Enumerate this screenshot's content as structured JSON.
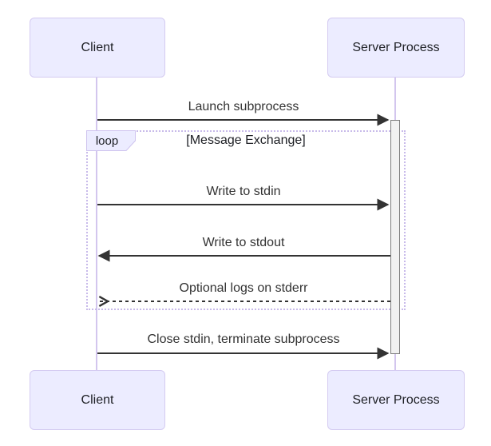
{
  "diagram": {
    "type": "sequence-diagram",
    "actors": {
      "client": "Client",
      "server": "Server Process"
    },
    "loop": {
      "label": "loop",
      "condition": "[Message Exchange]"
    },
    "messages": [
      {
        "text": "Launch subprocess",
        "from": "Client",
        "to": "Server Process",
        "line": "solid",
        "arrowhead": "filled"
      },
      {
        "text": "Write to stdin",
        "from": "Client",
        "to": "Server Process",
        "line": "solid",
        "arrowhead": "filled"
      },
      {
        "text": "Write to stdout",
        "from": "Server Process",
        "to": "Client",
        "line": "solid",
        "arrowhead": "filled"
      },
      {
        "text": "Optional logs on stderr",
        "from": "Server Process",
        "to": "Client",
        "line": "dashed",
        "arrowhead": "open"
      },
      {
        "text": "Close stdin, terminate subprocess",
        "from": "Client",
        "to": "Server Process",
        "line": "solid",
        "arrowhead": "filled"
      }
    ],
    "colors": {
      "background": "#ffffff",
      "actor_fill": "#ececff",
      "actor_border": "#d4cbf1",
      "lifeline": "#d3c6ee",
      "loop_border": "#c8baea",
      "loop_label_fill": "#ececff",
      "activation_fill": "#f1f1f1",
      "activation_border": "#7d7d7d",
      "signal": "#333333",
      "text": "#1d1f24"
    }
  }
}
